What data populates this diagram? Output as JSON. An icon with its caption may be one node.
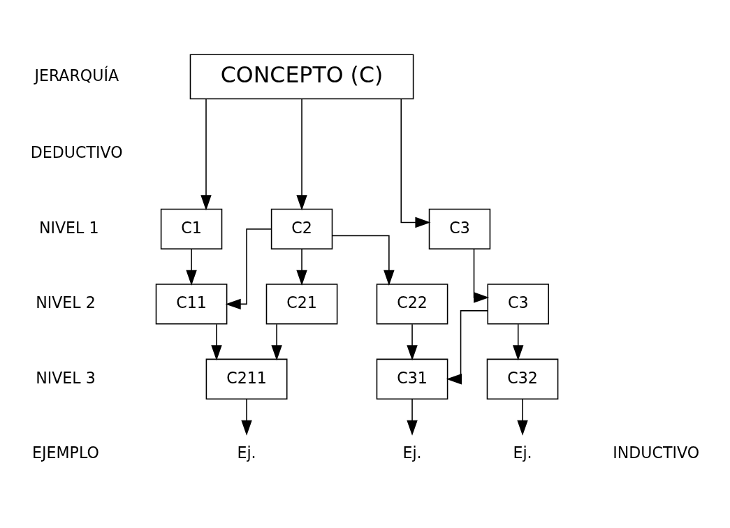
{
  "diagram": {
    "nodes": [
      {
        "text": [
          "CONCEPTO (C)"
        ]
      },
      {
        "text": [
          "C1"
        ]
      },
      {
        "text": [
          "C2"
        ]
      },
      {
        "text": [
          "C3"
        ]
      },
      {
        "text": [
          "C11"
        ]
      },
      {
        "text": [
          "C21"
        ]
      },
      {
        "text": [
          "C22"
        ]
      },
      {
        "text": [
          "C3"
        ]
      },
      {
        "text": [
          "C211"
        ]
      },
      {
        "text": [
          "C31"
        ]
      },
      {
        "text": [
          "C32"
        ]
      },
      {
        "text": [
          "Ej."
        ]
      },
      {
        "text": [
          "Ej."
        ]
      },
      {
        "text": [
          "Ej."
        ]
      }
    ],
    "edges": [
      {
        "from": 0,
        "to": 1,
        "arrow": "to"
      },
      {
        "from": 0,
        "to": 2,
        "arrow": "to"
      },
      {
        "from": 0,
        "to": 3,
        "arrow": "to"
      },
      {
        "from": 1,
        "to": 4,
        "arrow": "to"
      },
      {
        "from": 2,
        "to": 4,
        "arrow": "to"
      },
      {
        "from": 2,
        "to": 5,
        "arrow": "to"
      },
      {
        "from": 2,
        "to": 6,
        "arrow": "to"
      },
      {
        "from": 3,
        "to": 7,
        "arrow": "to"
      },
      {
        "from": 4,
        "to": 8,
        "arrow": "to"
      },
      {
        "from": 5,
        "to": 8,
        "arrow": "to"
      },
      {
        "from": 6,
        "to": 9,
        "arrow": "to"
      },
      {
        "from": 7,
        "to": 9,
        "arrow": "to"
      },
      {
        "from": 7,
        "to": 10,
        "arrow": "to"
      },
      {
        "from": 8,
        "to": 11,
        "arrow": "to"
      },
      {
        "from": 9,
        "to": 12,
        "arrow": "to"
      },
      {
        "from": 10,
        "to": 13,
        "arrow": "to"
      }
    ],
    "labels": [
      "JERARQUÍA",
      "DEDUCTIVO",
      "NIVEL 1",
      "NIVEL 2",
      "NIVEL 3",
      "INDUCTIVO",
      "EJEMPLO"
    ]
  }
}
